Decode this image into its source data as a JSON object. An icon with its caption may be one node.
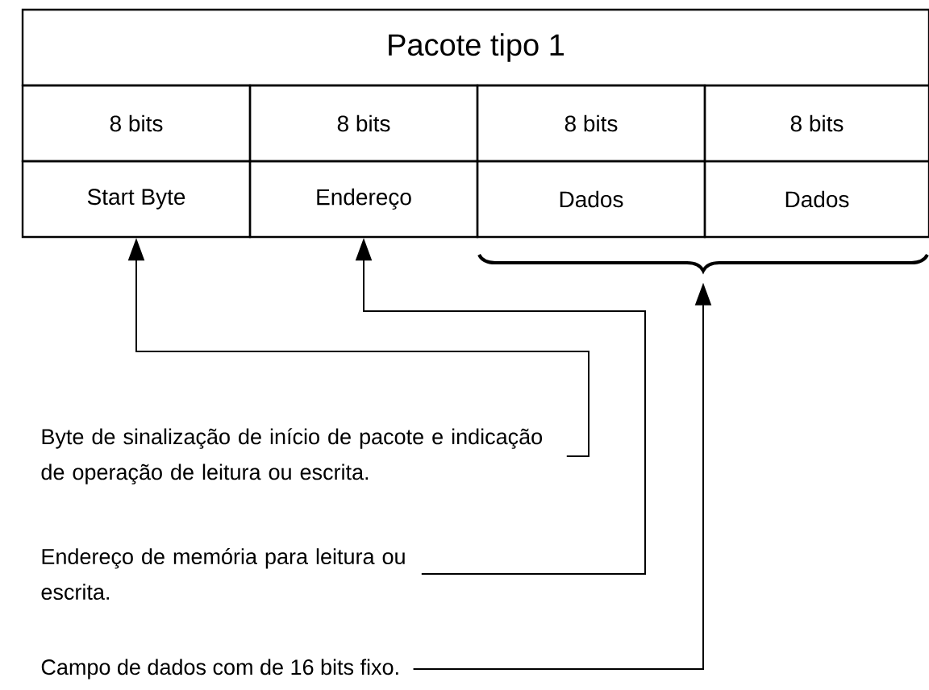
{
  "diagram": {
    "nodes": [
      {
        "text": [
          "Pacote tipo 1"
        ]
      },
      {
        "text": [
          "8 bits"
        ]
      },
      {
        "text": [
          "8 bits"
        ]
      },
      {
        "text": [
          "8 bits"
        ]
      },
      {
        "text": [
          "8 bits"
        ]
      },
      {
        "text": [
          "Start Byte"
        ]
      },
      {
        "text": [
          "Endereço"
        ]
      },
      {
        "text": [
          "Dados"
        ]
      },
      {
        "text": [
          "Dados"
        ]
      },
      {
        "text": [
          "Byte de sinalização de início de pacote e indicação de operação de leitura ou escrita."
        ]
      },
      {
        "text": [
          "Endereço de memória para leitura ou escrita."
        ]
      },
      {
        "text": [
          "Campo de dados com de 16 bits fixo."
        ]
      },
      {
        "text": [],
        "shape": "brace"
      }
    ],
    "edges": [
      {
        "from": 9,
        "to": 5,
        "arrow": "to"
      },
      {
        "from": 10,
        "to": 6,
        "arrow": "to"
      },
      {
        "from": 11,
        "to": 12,
        "arrow": "to"
      }
    ]
  }
}
